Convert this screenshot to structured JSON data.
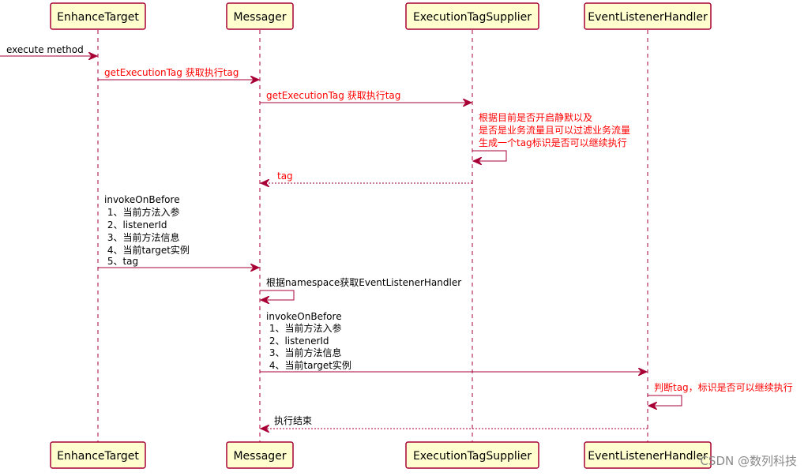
{
  "colors": {
    "accent": "#A80036",
    "box_fill": "#FEFECE",
    "highlight_text": "#FF0000",
    "normal_text": "#000000"
  },
  "participants": [
    {
      "id": "enhance",
      "label": "EnhanceTarget"
    },
    {
      "id": "messager",
      "label": "Messager"
    },
    {
      "id": "supplier",
      "label": "ExecutionTagSupplier"
    },
    {
      "id": "handler",
      "label": "EventListenerHandler"
    }
  ],
  "messages": [
    {
      "from": "left-edge",
      "to": "enhance",
      "style": "solid",
      "color": "#000000",
      "lines": [
        "execute method"
      ]
    },
    {
      "from": "enhance",
      "to": "messager",
      "style": "solid",
      "color": "#FF0000",
      "lines": [
        "getExecutionTag 获取执行tag"
      ]
    },
    {
      "from": "messager",
      "to": "supplier",
      "style": "solid",
      "color": "#FF0000",
      "lines": [
        "getExecutionTag 获取执行tag"
      ]
    },
    {
      "from": "supplier",
      "to": "supplier",
      "style": "self",
      "color": "#FF0000",
      "lines": [
        "根据目前是否开启静默以及",
        "是否是业务流量且可以过滤业务流量",
        "生成一个tag标识是否可以继续执行"
      ]
    },
    {
      "from": "supplier",
      "to": "messager",
      "style": "dashed",
      "color": "#FF0000",
      "lines": [
        "tag"
      ]
    },
    {
      "from": "enhance",
      "to": "messager",
      "style": "solid",
      "color": "#000000",
      "lines": [
        "invokeOnBefore",
        " 1、当前方法入参",
        " 2、listenerId",
        " 3、当前方法信息",
        " 4、当前target实例",
        " 5、tag"
      ]
    },
    {
      "from": "messager",
      "to": "messager",
      "style": "self",
      "color": "#000000",
      "lines": [
        "根据namespace获取EventListenerHandler"
      ]
    },
    {
      "from": "messager",
      "to": "handler",
      "style": "solid",
      "color": "#000000",
      "lines": [
        "invokeOnBefore",
        " 1、当前方法入参",
        " 2、listenerId",
        " 3、当前方法信息",
        " 4、当前target实例"
      ]
    },
    {
      "from": "handler",
      "to": "handler",
      "style": "self",
      "color": "#FF0000",
      "lines": [
        "判断tag，标识是否可以继续执行"
      ]
    },
    {
      "from": "handler",
      "to": "messager",
      "style": "dashed",
      "color": "#000000",
      "lines": [
        "执行结束"
      ]
    }
  ],
  "watermark": "CSDN @数列科技"
}
